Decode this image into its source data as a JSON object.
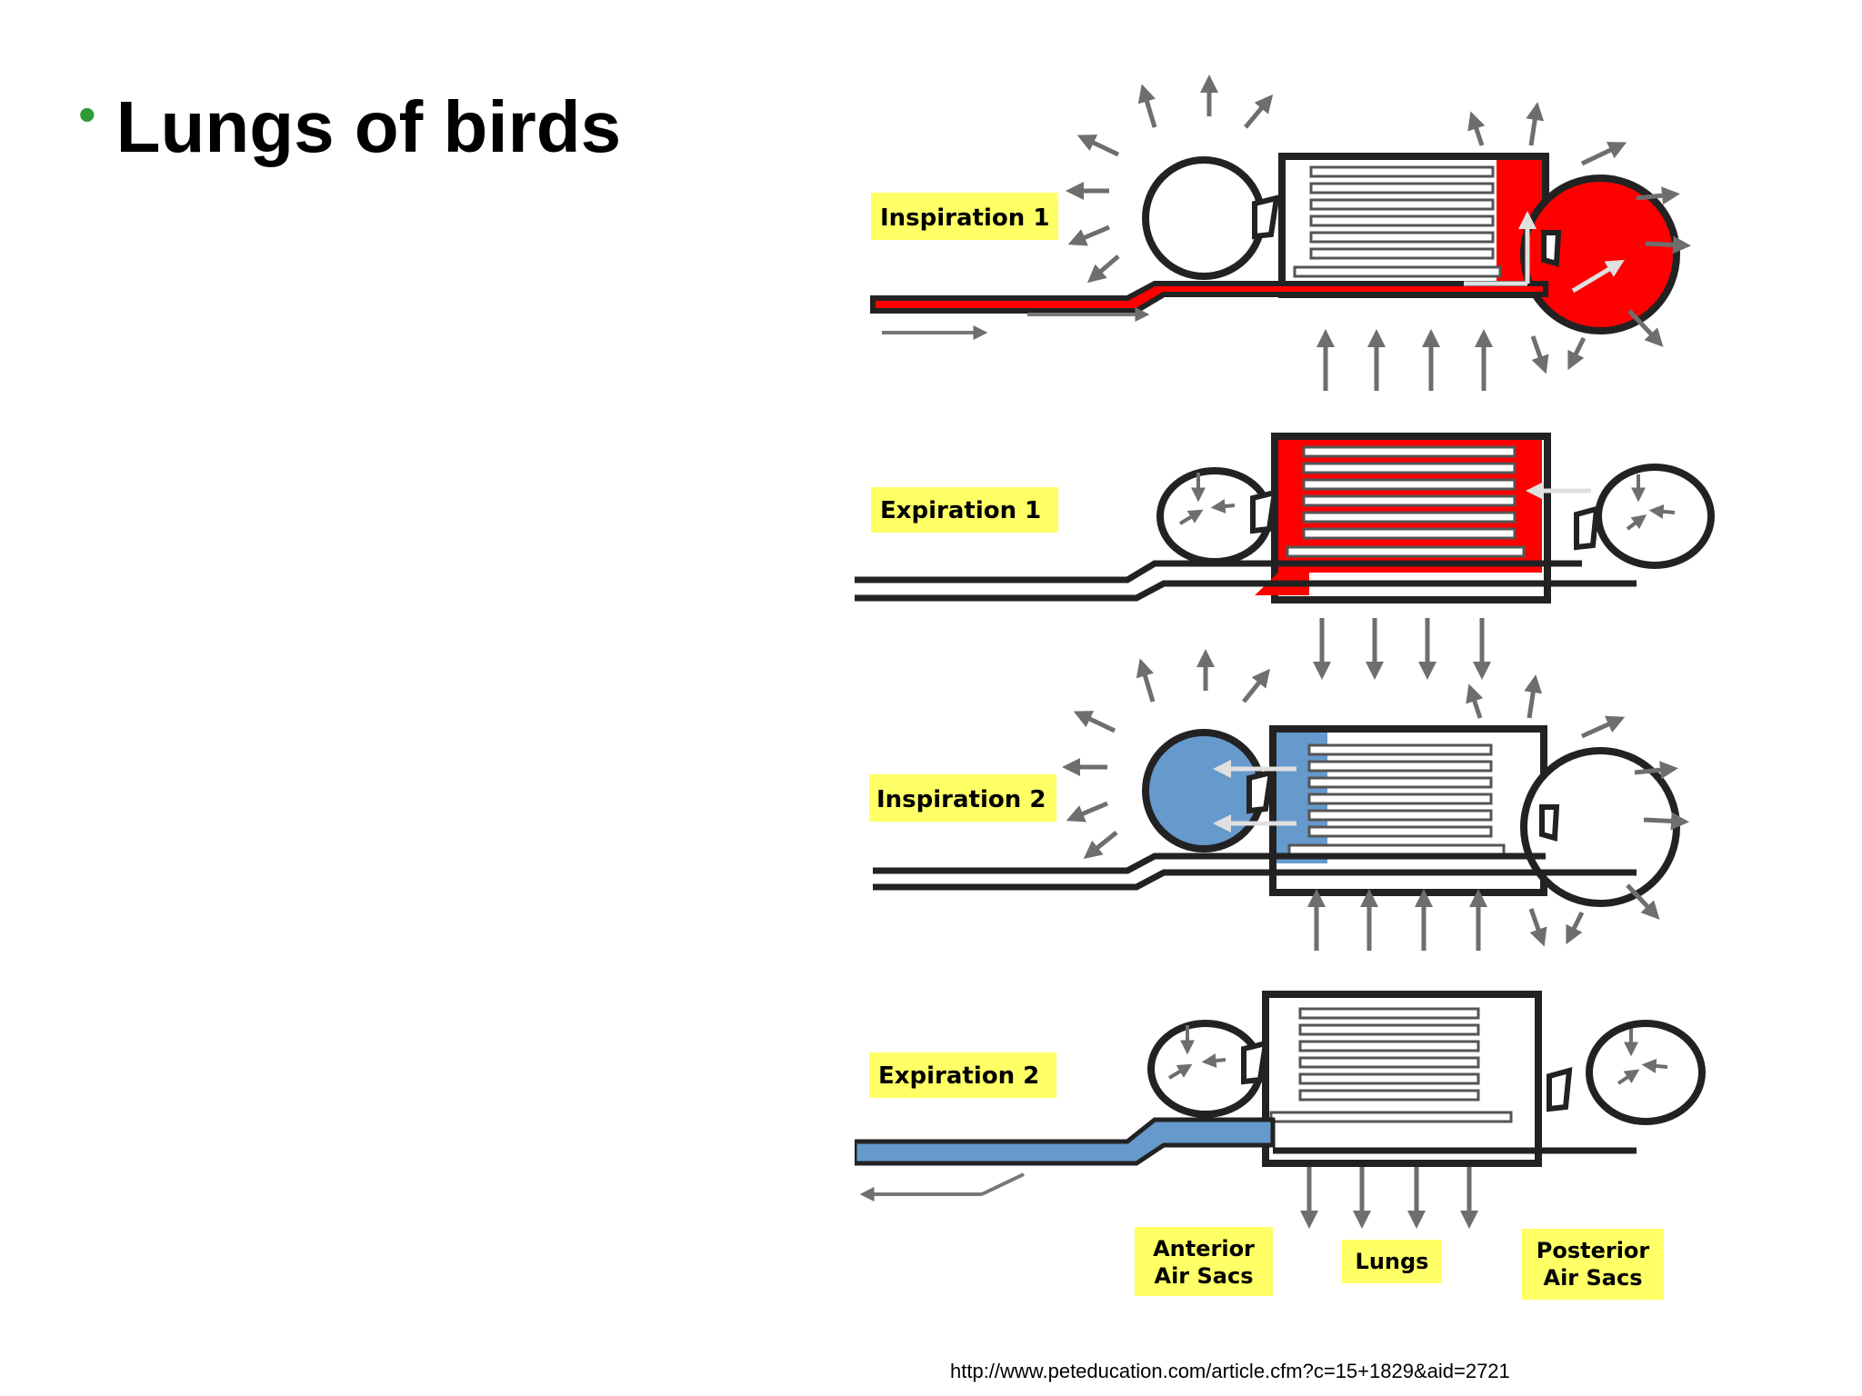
{
  "slide": {
    "title": "Lungs of birds",
    "bullet_color": "#2e9b35"
  },
  "diagram": {
    "stages": [
      {
        "label": "Inspiration 1",
        "fill": "#ff0000",
        "air_color": "red"
      },
      {
        "label": "Expiration 1",
        "fill": "#ff0000",
        "air_color": "red"
      },
      {
        "label": "Inspiration 2",
        "fill": "#6699cc",
        "air_color": "blue"
      },
      {
        "label": "Expiration 2",
        "fill": "#6699cc",
        "air_color": "blue"
      }
    ],
    "legend": {
      "anterior_line1": "Anterior",
      "anterior_line2": "Air Sacs",
      "lungs": "Lungs",
      "posterior_line1": "Posterior",
      "posterior_line2": "Air Sacs"
    },
    "label_background": "#ffff66"
  },
  "source_url": "http://www.peteducation.com/article.cfm?c=15+1829&aid=2721"
}
